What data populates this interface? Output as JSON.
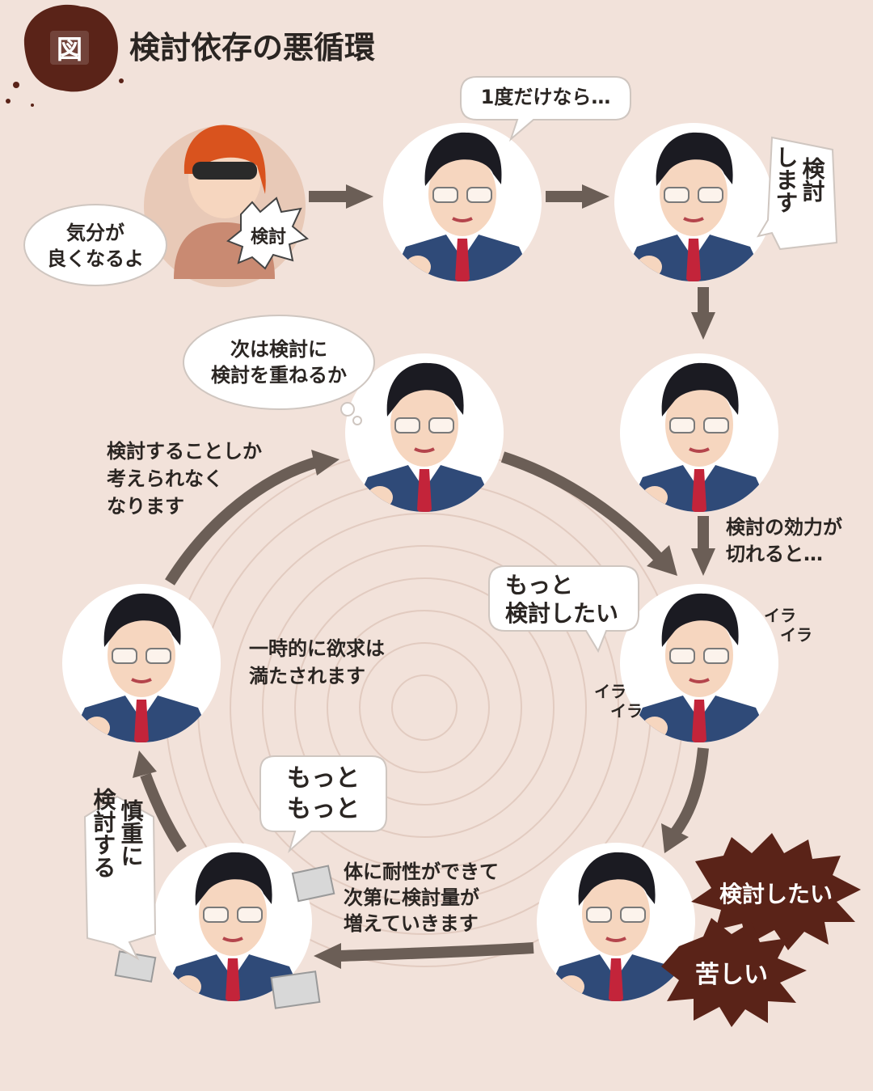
{
  "title": {
    "badge": "図",
    "text": "検討依存の悪循環"
  },
  "colors": {
    "background": "#f2e2da",
    "arrow": "#6b5e56",
    "badge": "#5a2318",
    "burst": "#5a2318"
  },
  "speech": {
    "dealer": [
      "気分が",
      "良くなるよ"
    ],
    "dealer_badge": "検討",
    "once": "1度だけなら…",
    "will_consider": [
      "検討",
      "します"
    ],
    "next_time": [
      "次は検討に",
      "検討を重ねるか"
    ],
    "want_more": [
      "もっと",
      "検討したい"
    ],
    "more_more": [
      "もっと",
      "もっと"
    ],
    "carefully": [
      "慎重に",
      "検討する"
    ],
    "irritated_1": [
      "イラ",
      "イラ"
    ],
    "irritated_2": [
      "イラ",
      "イラ"
    ],
    "burst_want": "検討したい",
    "burst_pain": "苦しい"
  },
  "captions": {
    "wears_off": [
      "検討の効力が",
      "切れると…"
    ],
    "only_think": [
      "検討することしか",
      "考えられなく",
      "なります"
    ],
    "satisfied": [
      "一時的に欲求は",
      "満たされます"
    ],
    "tolerance": [
      "体に耐性ができて",
      "次第に検討量が",
      "増えていきます"
    ]
  },
  "icons": [
    "dealer-figure",
    "politician-face",
    "speech-bubble",
    "thought-bubble",
    "burst-shape",
    "cycle-arrow",
    "paper-stack"
  ]
}
